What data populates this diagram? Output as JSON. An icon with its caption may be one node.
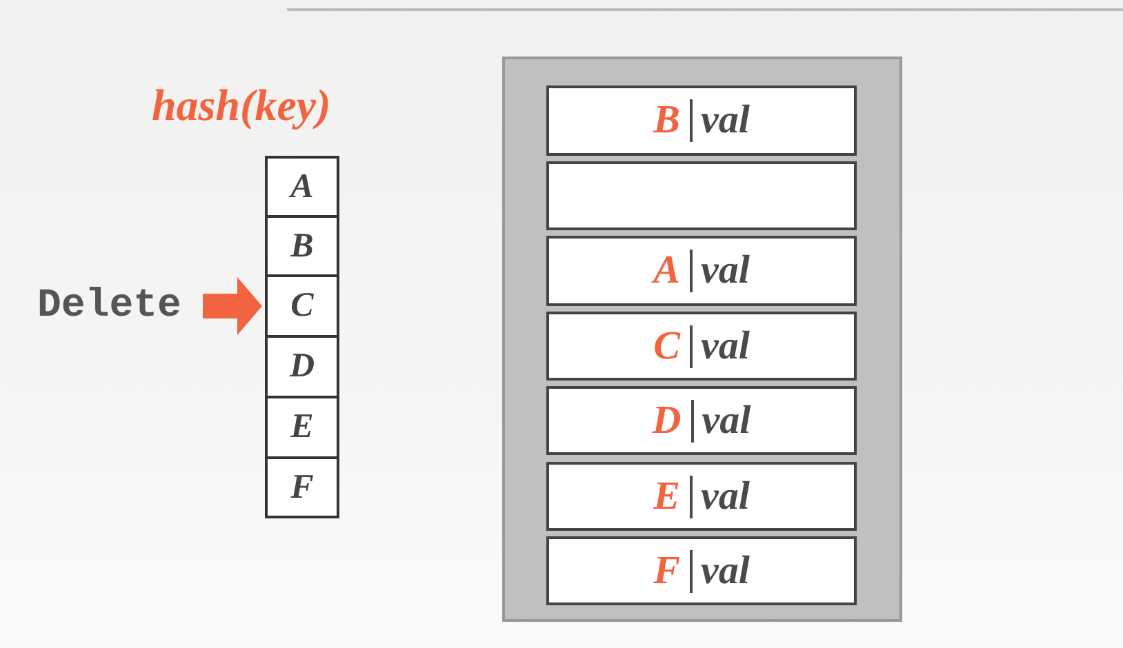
{
  "diagram": {
    "nodes": [
      {
        "text": [
          "Delete"
        ]
      },
      {
        "text": [
          "A"
        ]
      },
      {
        "text": [
          "B"
        ]
      },
      {
        "text": [
          "C"
        ]
      },
      {
        "text": [
          "D"
        ]
      },
      {
        "text": [
          "E"
        ]
      },
      {
        "text": [
          "F"
        ]
      },
      {
        "text": [],
        "shape": "box"
      },
      {
        "text": [
          "B",
          "val"
        ],
        "in": 7
      },
      {
        "text": [],
        "shape": "box",
        "in": 7
      },
      {
        "text": [
          "A",
          "val"
        ],
        "in": 7
      },
      {
        "text": [
          "C",
          "val"
        ],
        "in": 7
      },
      {
        "text": [
          "D",
          "val"
        ],
        "in": 7
      },
      {
        "text": [
          "E",
          "val"
        ],
        "in": 7
      },
      {
        "text": [
          "F",
          "val"
        ],
        "in": 7
      }
    ],
    "edges": [
      {
        "from": 0,
        "to": 3,
        "arrow": "to"
      }
    ],
    "labels": [
      "hash(key)"
    ]
  }
}
